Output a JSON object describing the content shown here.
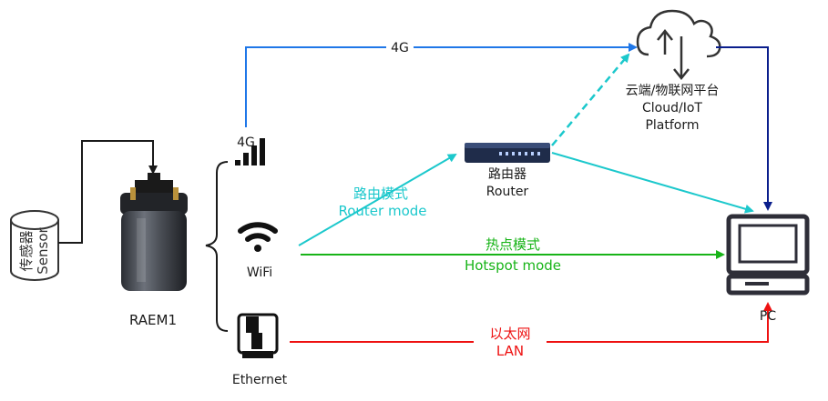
{
  "labels": {
    "sensor_cn": "传感器",
    "sensor_en": "Sensor",
    "device": "RAEM1",
    "g4_top": "4G",
    "g4_icon": "4G",
    "wifi": "WiFi",
    "ethernet": "Ethernet",
    "router_cn": "路由器",
    "router_en": "Router",
    "cloud_cn": "云端/物联网平台",
    "cloud_en1": "Cloud/IoT",
    "cloud_en2": "Platform",
    "router_mode_cn": "路由模式",
    "router_mode_en": "Router mode",
    "hotspot_cn": "热点模式",
    "hotspot_en": "Hotspot mode",
    "lan_cn": "以太网",
    "lan_en": "LAN",
    "pc": "PC"
  },
  "colors": {
    "blue_4g": "#1f77e8",
    "navy": "#0a1e8c",
    "cyan": "#1cc8cc",
    "green": "#18b418",
    "red": "#ee1111",
    "black": "#1a1a1a"
  },
  "icons": {
    "sensor": "cylinder-sensor-icon",
    "device": "raem1-device-icon",
    "signal": "signal-bars-icon",
    "wifi": "wifi-icon",
    "ethernet": "ethernet-plug-icon",
    "router": "router-icon",
    "cloud": "cloud-upload-download-icon",
    "pc": "computer-icon"
  }
}
